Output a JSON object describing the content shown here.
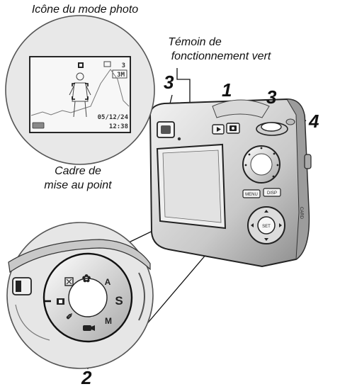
{
  "labels": {
    "photo_mode_icon": "Icône du mode photo",
    "green_lamp_line1": "Témoin de",
    "green_lamp_line2": "fonctionnement vert",
    "focus_frame_line1": "Cadre de",
    "focus_frame_line2": "mise au point"
  },
  "callout_numbers": {
    "num_3_left": "3",
    "num_1": "1",
    "num_3_right": "3",
    "num_4": "4",
    "num_2": "2"
  },
  "lcd_screen": {
    "shots_remaining": "3",
    "image_size": "3M",
    "date": "05/12/24",
    "time": "12:38"
  },
  "camera_buttons": {
    "menu": "MENU",
    "disp": "DISP",
    "set": "SET",
    "card": "CARD"
  },
  "mode_dial": {
    "s_mode": "S",
    "a_mode": "A",
    "m_mode": "M"
  }
}
